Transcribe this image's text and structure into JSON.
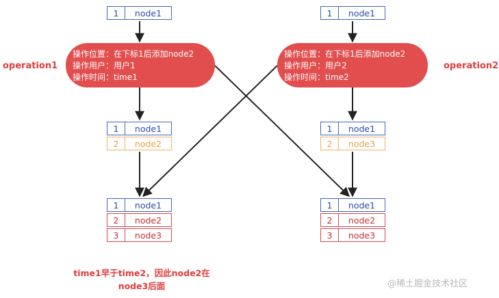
{
  "left": {
    "top_table": [
      {
        "index": "1",
        "value": "node1"
      }
    ],
    "operation": {
      "label": "operation1",
      "lines": [
        "操作位置：在下标1后添加node2",
        "操作用户：用户1",
        "操作时间：time1"
      ]
    },
    "mid_table": [
      {
        "index": "1",
        "value": "node1"
      },
      {
        "index": "2",
        "value": "node2"
      }
    ],
    "bottom_table": [
      {
        "index": "1",
        "value": "node1"
      },
      {
        "index": "2",
        "value": "node2"
      },
      {
        "index": "3",
        "value": "node3"
      }
    ]
  },
  "right": {
    "top_table": [
      {
        "index": "1",
        "value": "node1"
      }
    ],
    "operation": {
      "label": "operation2",
      "lines": [
        "操作位置：在下标1后添加node2",
        "操作用户：用户2",
        "操作时间：time2"
      ]
    },
    "mid_table": [
      {
        "index": "1",
        "value": "node1"
      },
      {
        "index": "2",
        "value": "node3"
      }
    ],
    "bottom_table": [
      {
        "index": "1",
        "value": "node1"
      },
      {
        "index": "2",
        "value": "node2"
      },
      {
        "index": "3",
        "value": "node3"
      }
    ]
  },
  "note_lines": [
    "time1早于time2，因此node2在",
    "node3后面"
  ],
  "watermark": "@稀土掘金技术社区",
  "colors": {
    "original_row": "#3f64c8",
    "new_row": "#f0b060",
    "merged_row": "#d9454a",
    "operation_fill": "#e24d4d",
    "label_text": "#e03c3c",
    "arrow": "#222222"
  }
}
